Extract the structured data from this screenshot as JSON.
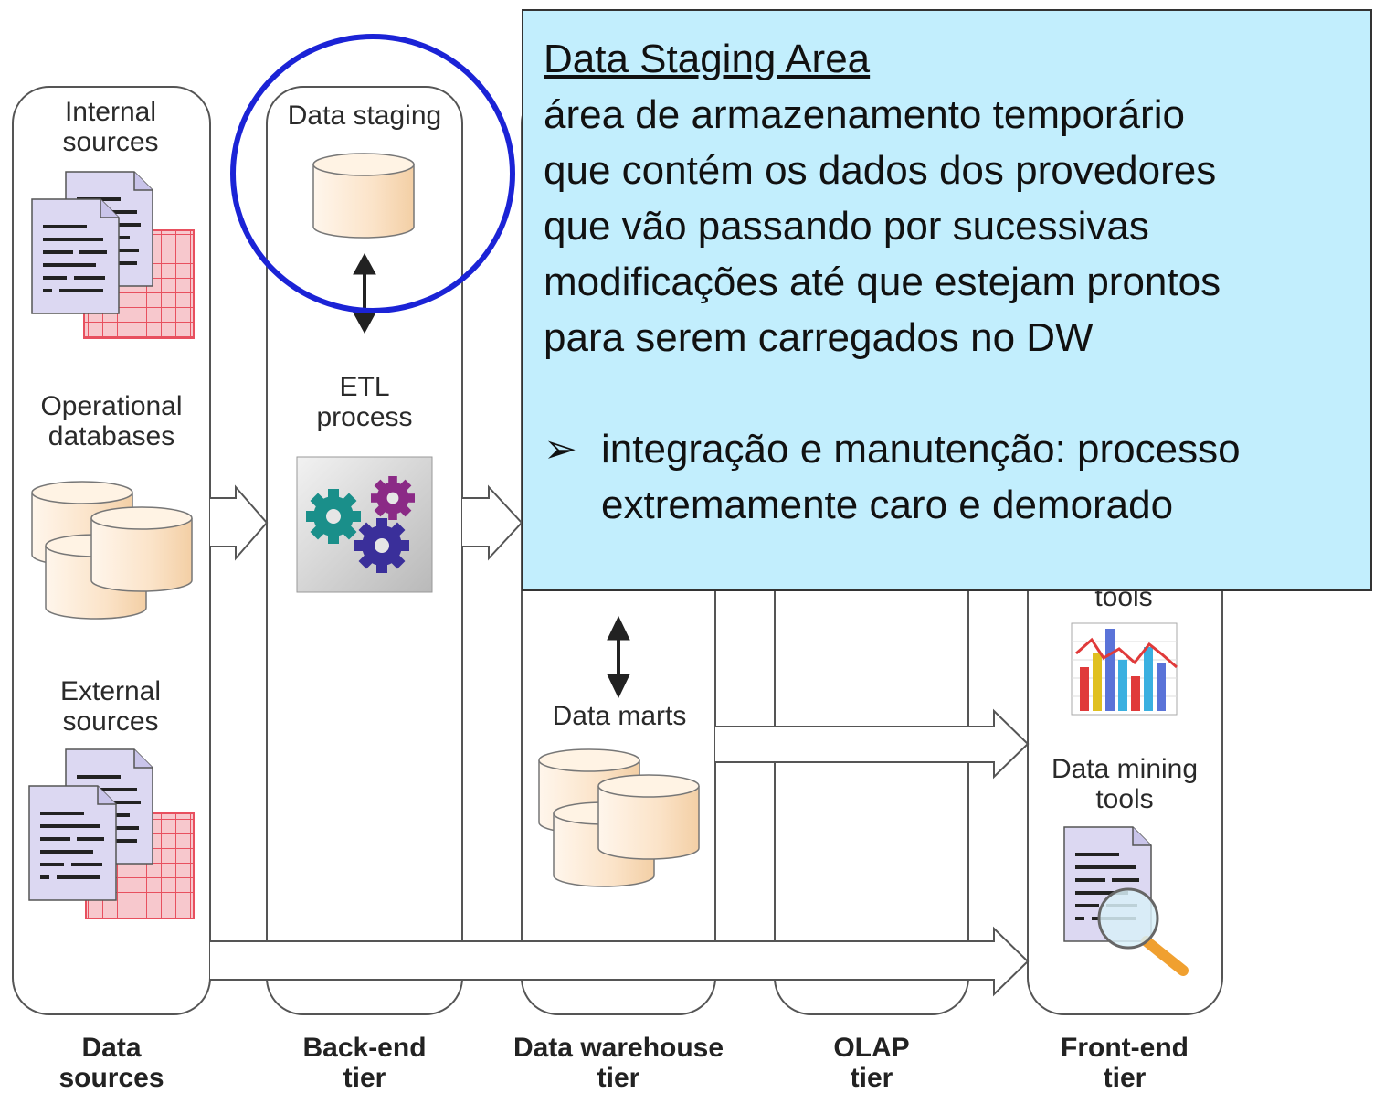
{
  "sources": {
    "internal": "Internal sources",
    "operational": "Operational databases",
    "external": "External sources"
  },
  "backend": {
    "staging": "Data staging",
    "etl": "ETL process"
  },
  "warehouse": {
    "data_marts": "Data marts"
  },
  "frontend": {
    "partial_tools": "tools",
    "mining": "Data mining tools"
  },
  "tiers": [
    {
      "line1": "Data",
      "line2": "sources"
    },
    {
      "line1": "Back-end",
      "line2": "tier"
    },
    {
      "line1": "Data warehouse",
      "line2": "tier"
    },
    {
      "line1": "OLAP",
      "line2": "tier"
    },
    {
      "line1": "Front-end",
      "line2": "tier"
    }
  ],
  "callout": {
    "title": "Data Staging Area",
    "body": [
      "área de armazenamento temporário",
      "que contém os dados dos provedores",
      "que vão passando por sucessivas",
      "modificações até que estejam prontos",
      "para serem carregados no DW"
    ],
    "bullet_symbol": "➢",
    "bullet_lines": [
      "integração e manutenção: processo",
      "extremamente caro e demorado"
    ]
  },
  "colors": {
    "highlight_circle": "#1b23d6",
    "callout_bg": "#c2eefd",
    "cylinder_fill": "#fbe3c8",
    "doc_fill": "#dcd8f2",
    "grid_red": "#e8505f"
  }
}
